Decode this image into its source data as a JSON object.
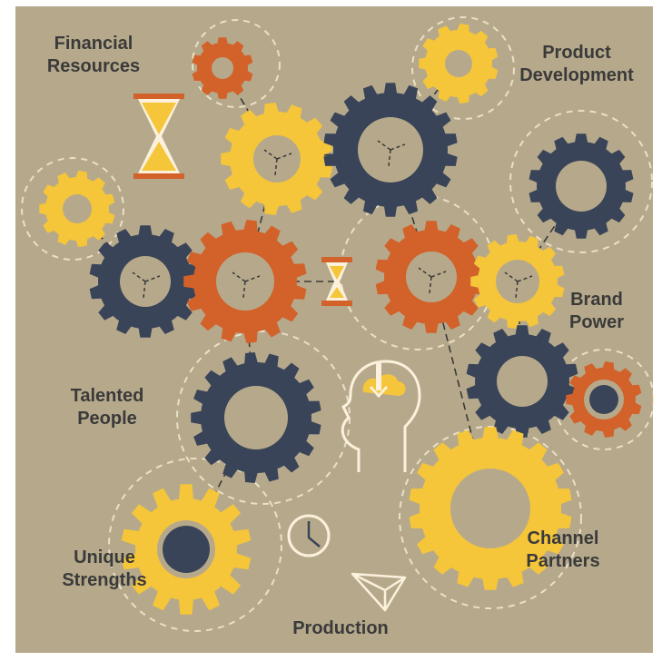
{
  "colors": {
    "background": "#b6a98b",
    "navy": "#3a4458",
    "orange": "#d2612a",
    "yellow": "#f5c53a",
    "cream": "#fbf1dc",
    "line": "#3a3a3a",
    "text": "#3a3a3a"
  },
  "labels": {
    "financial": [
      "Financial",
      "Resources"
    ],
    "product": [
      "Product",
      "Development"
    ],
    "brand": [
      "Brand",
      "Power"
    ],
    "talented": [
      "Talented",
      "People"
    ],
    "unique": [
      "Unique",
      "Strengths"
    ],
    "channel": [
      "Channel",
      "Partners"
    ],
    "production": "Production"
  },
  "icons": [
    "hourglass-icon",
    "head-download-icon",
    "clock-icon",
    "paper-plane-icon"
  ]
}
